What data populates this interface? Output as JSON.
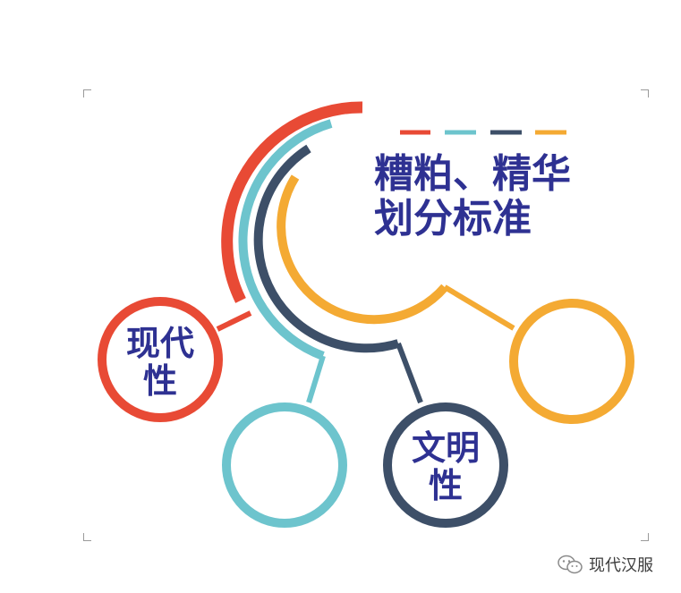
{
  "diagram": {
    "title_line1": "糟粕、精华",
    "title_line2": "划分标准",
    "nodes": [
      {
        "label_line1": "现代",
        "label_line2": "性",
        "color": "#e84a35"
      },
      {
        "label_line1": "",
        "label_line2": "",
        "color": "#6dc4cd"
      },
      {
        "label_line1": "文明",
        "label_line2": "性",
        "color": "#3d4f68"
      },
      {
        "label_line1": "",
        "label_line2": "",
        "color": "#f4aa33"
      }
    ],
    "legend_colors": [
      "#e84a35",
      "#6dc4cd",
      "#3d4f68",
      "#f4aa33"
    ]
  },
  "watermark": {
    "text": "现代汉服",
    "icon": "wechat-icon"
  }
}
